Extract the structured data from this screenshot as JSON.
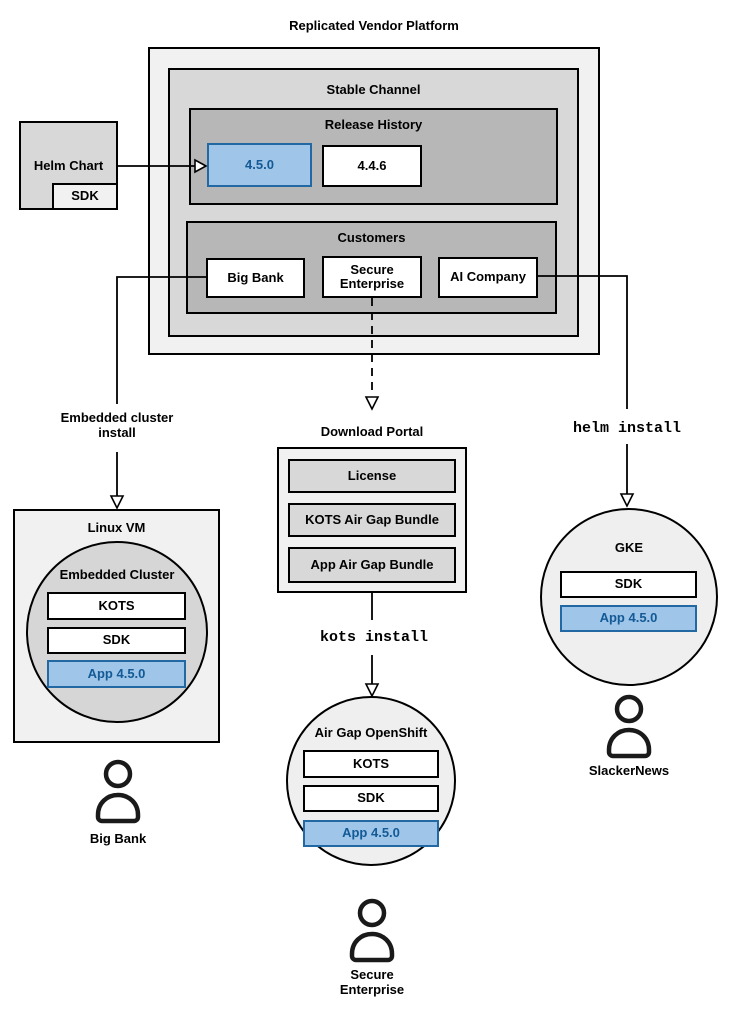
{
  "colors": {
    "canvas-bg": "#ffffff",
    "gray-light": "#f1f1f1",
    "gray-mid": "#d8d8d8",
    "gray-dark": "#b7b7b7",
    "gray-circle": "#d6d6d6",
    "circle-light": "#efefef",
    "line": "#000000",
    "highlight-fill": "#9fc5e8",
    "highlight-border": "#2268a2",
    "highlight-text": "#135a96"
  },
  "platform": {
    "title": "Replicated Vendor Platform",
    "stable_channel": {
      "label": "Stable Channel",
      "release_history": {
        "label": "Release History",
        "current": "4.5.0",
        "previous": "4.4.6"
      },
      "customers": {
        "label": "Customers",
        "big_bank": "Big Bank",
        "secure_enterprise": "Secure Enterprise",
        "ai_company": "AI Company"
      }
    }
  },
  "helm_chart": {
    "label": "Helm Chart",
    "sdk": "SDK"
  },
  "install_flows": {
    "embedded_cluster": "Embedded cluster install",
    "kots": "kots install",
    "helm": "helm install"
  },
  "download_portal": {
    "title": "Download Portal",
    "items": [
      "License",
      "KOTS Air Gap Bundle",
      "App Air Gap Bundle"
    ]
  },
  "linux_vm": {
    "title": "Linux VM",
    "embedded_cluster": {
      "label": "Embedded Cluster",
      "kots": "KOTS",
      "sdk": "SDK",
      "app": "App 4.5.0"
    },
    "user": "Big Bank"
  },
  "airgap_openshift": {
    "title": "Air Gap OpenShift",
    "kots": "KOTS",
    "sdk": "SDK",
    "app": "App 4.5.0",
    "user": "Secure Enterprise"
  },
  "gke": {
    "title": "GKE",
    "sdk": "SDK",
    "app": "App 4.5.0",
    "user": "SlackerNews"
  }
}
